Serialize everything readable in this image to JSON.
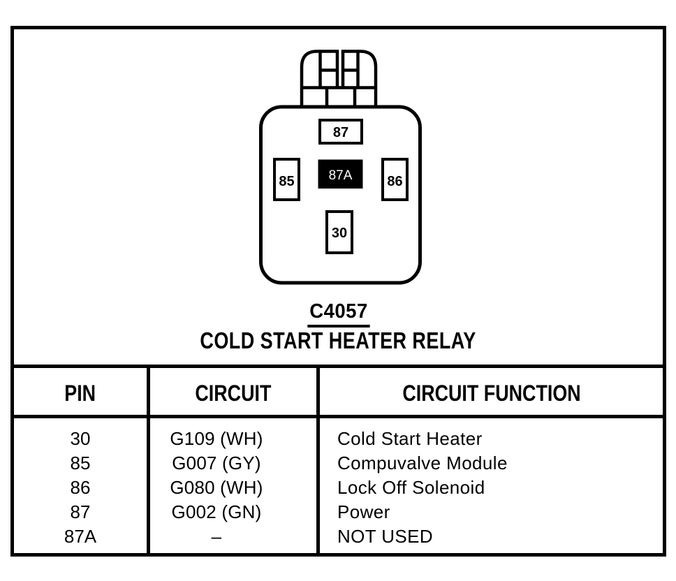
{
  "figure": {
    "connector_id": "C4057",
    "connector_name": "COLD START HEATER RELAY",
    "ink_color": "#000000",
    "paper_color": "#ffffff"
  },
  "connector": {
    "pins": [
      {
        "id": "87",
        "filled": false
      },
      {
        "id": "87A",
        "filled": true
      },
      {
        "id": "85",
        "filled": false
      },
      {
        "id": "86",
        "filled": false
      },
      {
        "id": "30",
        "filled": false
      }
    ]
  },
  "table": {
    "headers": [
      "PIN",
      "CIRCUIT",
      "CIRCUIT FUNCTION"
    ],
    "rows": [
      {
        "pin": "30",
        "circuit": "G109 (WH)",
        "function": "Cold Start Heater"
      },
      {
        "pin": "85",
        "circuit": "G007 (GY)",
        "function": "Compuvalve Module"
      },
      {
        "pin": "86",
        "circuit": "G080 (WH)",
        "function": "Lock Off Solenoid"
      },
      {
        "pin": "87",
        "circuit": "G002 (GN)",
        "function": "Power"
      },
      {
        "pin": "87A",
        "circuit": "–",
        "function": "NOT USED"
      }
    ]
  }
}
